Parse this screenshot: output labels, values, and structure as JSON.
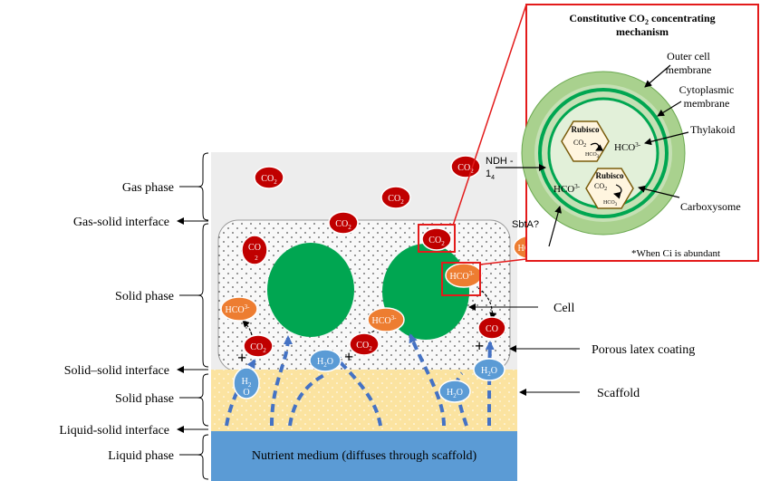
{
  "colors": {
    "gas_bg": "#ededed",
    "coating_bg": "#f7f7f7",
    "scaffold": "#fbe3a0",
    "medium": "#5b9bd5",
    "cell": "#00a651",
    "co2": "#c00000",
    "hco3": "#ed7d31",
    "water": "#5b9bd5",
    "dash_arrow": "#4472c4",
    "highlight": "#e31b1b",
    "outer_membrane": "#a9d18e",
    "cytoplasm": "#c5e0b4",
    "inner": "#e2f0d9"
  },
  "left_labels": {
    "gas_phase": "Gas phase",
    "gas_solid": "Gas-solid interface",
    "solid_phase": "Solid phase",
    "solid_solid": "Solid–solid interface",
    "solid_phase2": "Solid phase",
    "liquid_solid": "Liquid-solid interface",
    "liquid_phase": "Liquid phase"
  },
  "right_labels": {
    "cell": "Cell",
    "coating": "Porous latex coating",
    "scaffold": "Scaffold"
  },
  "medium_text": "Nutrient medium (diffuses through scaffold)",
  "molecules": {
    "co2_base": "CO",
    "co2_sub": "2",
    "hco3_base": "HCO",
    "hco3_sup": "3",
    "hco3_minus": "-",
    "h2o_h": "H",
    "h2o_sub": "2",
    "h2o_o": "O",
    "co_short": "CO",
    "plus": "+"
  },
  "inset": {
    "title_line1_pre": "Constitutive CO",
    "title_line1_sub": "2",
    "title_line1_post": " concentrating",
    "title_line2": "mechanism",
    "outer_cell_1": "Outer cell",
    "outer_cell_2": "membrane",
    "cytoplasmic_1": "Cytoplasmic",
    "cytoplasmic_2": "membrane",
    "thylakoid": "Thylakoid",
    "carboxysome": "Carboxysome",
    "rubisco": "Rubisco",
    "ndh_1": "NDH -",
    "ndh_2": "1",
    "ndh_sub": "4",
    "sbta": "SbtA?",
    "note": "*When Ci is abundant"
  }
}
